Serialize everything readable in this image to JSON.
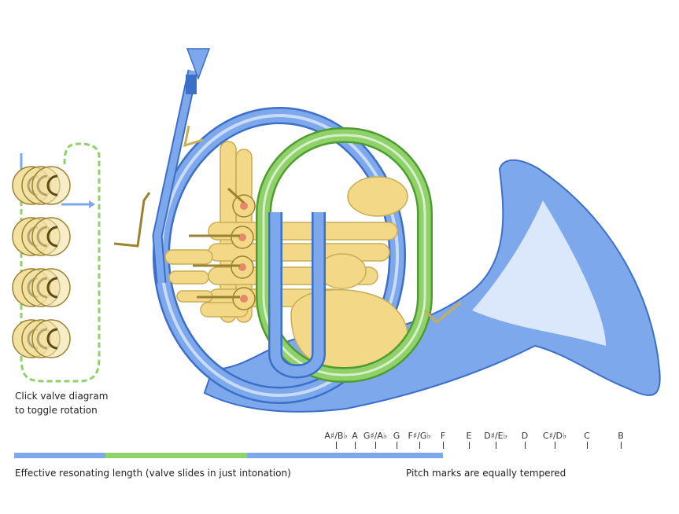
{
  "captions": {
    "click_hint": "Click valve diagram to toggle rotation",
    "length": "Effective resonating length (valve slides in just intonation)",
    "pitch": "Pitch marks are equally tempered"
  },
  "notes": [
    "A♯/B♭",
    "A",
    "G♯/A♭",
    "G",
    "F♯/G♭",
    "F",
    "E",
    "D♯/E♭",
    "D",
    "C♯/D♭",
    "C",
    "B"
  ],
  "length_segments": [
    {
      "label": "blue",
      "color": "#7ea8ec"
    },
    {
      "label": "green",
      "color": "#8fd16a"
    },
    {
      "label": "blue",
      "color": "#7ea8ec"
    }
  ],
  "colors": {
    "brass": "#f2d887",
    "brass_dark": "#c9ad55",
    "blue_tube": "#7ea8ec",
    "blue_dark": "#3c6fc8",
    "green_tube": "#8fd16a",
    "green_dark": "#4e9d2e",
    "bell_inner": "#dbe7fb"
  },
  "valves": {
    "count": 4,
    "icon": "rotary-valve-icon"
  }
}
